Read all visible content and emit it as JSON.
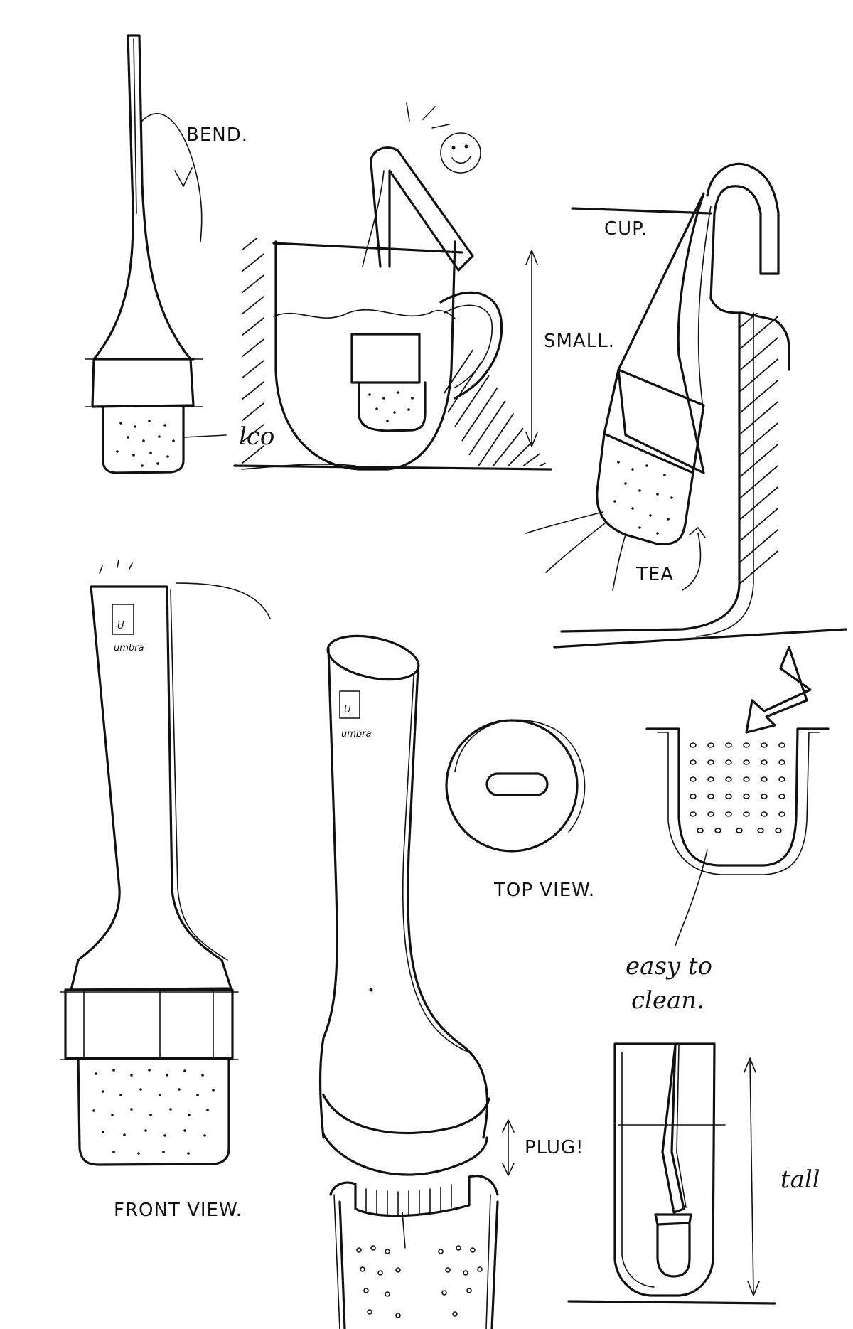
{
  "labels": {
    "bend": "BEND.",
    "small": "SMALL.",
    "cup": "CUP.",
    "tea": "TEA",
    "ico": "lco",
    "top_view": "TOP VIEW.",
    "easy_to": "easy to",
    "clean": "clean.",
    "front_view": "FRONT VIEW.",
    "plug": "PLUG!",
    "tall": "tall"
  },
  "logo": {
    "mark": "U",
    "wordmark": "umbra"
  },
  "colors": {
    "ink": "#111111",
    "paper": "#ffffff"
  }
}
